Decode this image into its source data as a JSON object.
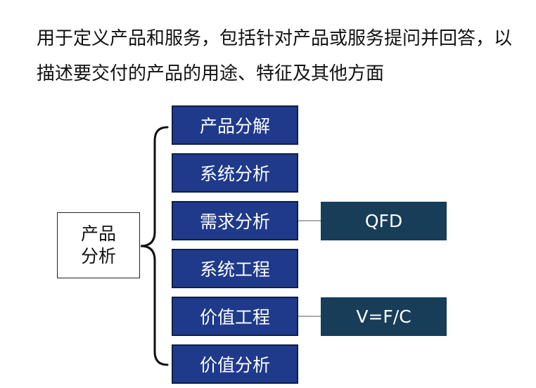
{
  "intro": {
    "line1": "用于定义产品和服务，包括针对产品或服务提问并回答，以",
    "line2": "描述要交付的产品的用途、特征及其他方面"
  },
  "root": {
    "line1": "产品",
    "line2": "分析"
  },
  "nodes": [
    "产品分解",
    "系统分析",
    "需求分析",
    "系统工程",
    "价值工程",
    "价值分析"
  ],
  "tools": {
    "requirements": "QFD",
    "value_engineering": "V=F/C"
  },
  "colors": {
    "node_fill": "#1f3a8a",
    "tool_fill": "#173d59",
    "connector": "#555555"
  }
}
